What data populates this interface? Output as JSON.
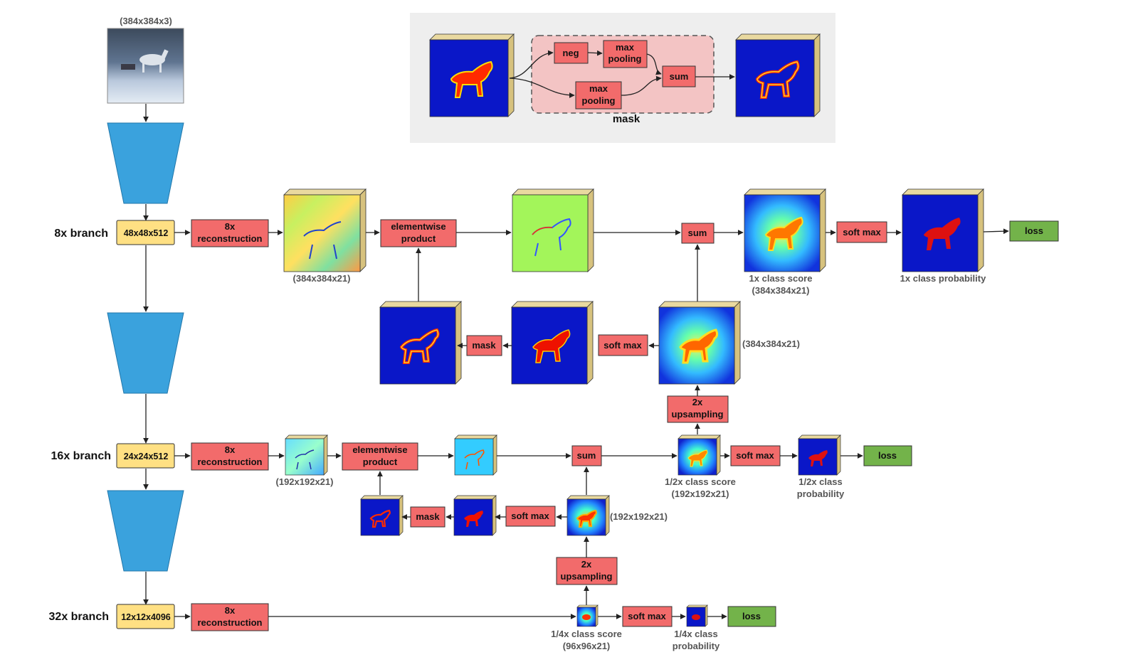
{
  "input": {
    "caption": "(384x384x3)"
  },
  "branches": {
    "b8": {
      "label": "8x branch",
      "feature": "48x48x512"
    },
    "b16": {
      "label": "16x branch",
      "feature": "24x24x512"
    },
    "b32": {
      "label": "32x branch",
      "feature": "12x12x4096"
    }
  },
  "ops": {
    "recon": [
      "8x",
      "reconstruction"
    ],
    "elementwise": [
      "elementwise",
      "product"
    ],
    "sum": "sum",
    "soft_max": "soft max",
    "mask": "mask",
    "upsampling": [
      "2x",
      "upsampling"
    ],
    "loss": "loss",
    "neg": "neg",
    "max_pooling": [
      "max",
      "pooling"
    ]
  },
  "captions": {
    "res_384": "(384x384x21)",
    "res_192": "(192x192x21)",
    "score_1x": [
      "1x class score",
      "(384x384x21)"
    ],
    "prob_1x": "1x class probability",
    "score_half": [
      "1/2x class score",
      "(192x192x21)"
    ],
    "prob_half": [
      "1/2x class",
      "probability"
    ],
    "score_quarter": [
      "1/4x class score",
      "(96x96x21)"
    ],
    "prob_quarter": [
      "1/4x class",
      "probability"
    ]
  },
  "mask_inset": {
    "title": "mask"
  },
  "colors": {
    "op_box": "#f26b6b",
    "feature_box": "#ffe083",
    "loss_box": "#73b34a",
    "encoder": "#3aa2dd",
    "tile_blue": "#0a17c8",
    "tile_side": "#e9d9a0",
    "inset_bg": "#eeeeee",
    "mask_region": "#f3c4c4"
  }
}
